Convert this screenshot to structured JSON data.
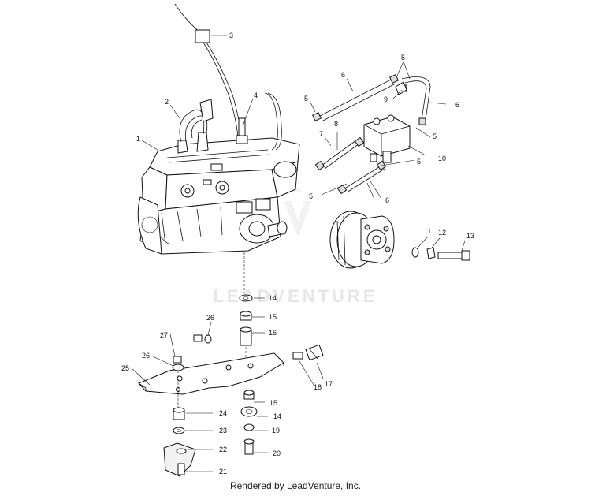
{
  "footer": "Rendered by LeadVenture, Inc.",
  "watermark": "LEADVENTURE",
  "callouts": {
    "c1": "1",
    "c2": "2",
    "c3": "3",
    "c4": "4",
    "c5a": "5",
    "c5b": "5",
    "c5c": "5",
    "c5d": "5",
    "c5e": "5",
    "c6a": "6",
    "c6b": "6",
    "c6c": "6",
    "c7": "7",
    "c8": "8",
    "c9": "9",
    "c10": "10",
    "c11": "11",
    "c12": "12",
    "c13": "13",
    "c14a": "14",
    "c15a": "15",
    "c16": "16",
    "c17": "17",
    "c18": "18",
    "c14b": "14",
    "c15b": "15",
    "c19": "19",
    "c20": "20",
    "c21": "21",
    "c22": "22",
    "c23": "23",
    "c24": "24",
    "c25": "25",
    "c26a": "26",
    "c26b": "26",
    "c27": "27"
  }
}
